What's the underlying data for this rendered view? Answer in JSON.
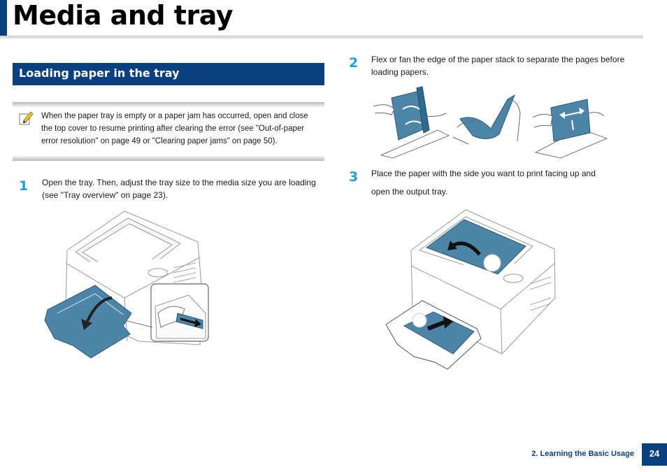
{
  "page": {
    "title": "Media and tray",
    "section_title": "Loading paper in the tray",
    "note": {
      "icon": "pencil-note-icon",
      "lines": [
        "When the paper tray is empty or a paper jam has occurred, open and close",
        "the top cover to resume printing after clearing the error (see \"Out-of-paper",
        "error resolution\" on page 49 or \"Clearing paper jams\" on page 50)."
      ]
    },
    "steps": [
      {
        "number": "1",
        "lines": [
          "Open the tray. Then, adjust the tray size to the media size you are loading",
          "(see \"Tray overview\" on page 23)."
        ]
      },
      {
        "number": "2",
        "lines": [
          "Flex or fan the edge of the paper stack to separate the pages before",
          "loading papers."
        ]
      },
      {
        "number": "3",
        "lines": [
          "Place the paper with the side you want to print facing up and",
          "open the output tray."
        ]
      }
    ]
  },
  "footer": {
    "section": "2. Learning the Basic Usage",
    "page_number": "24"
  },
  "colors": {
    "brand_blue": "#0a3f80",
    "step_number": "#1aa0dc",
    "illustration_teal": "#4d85a8"
  }
}
